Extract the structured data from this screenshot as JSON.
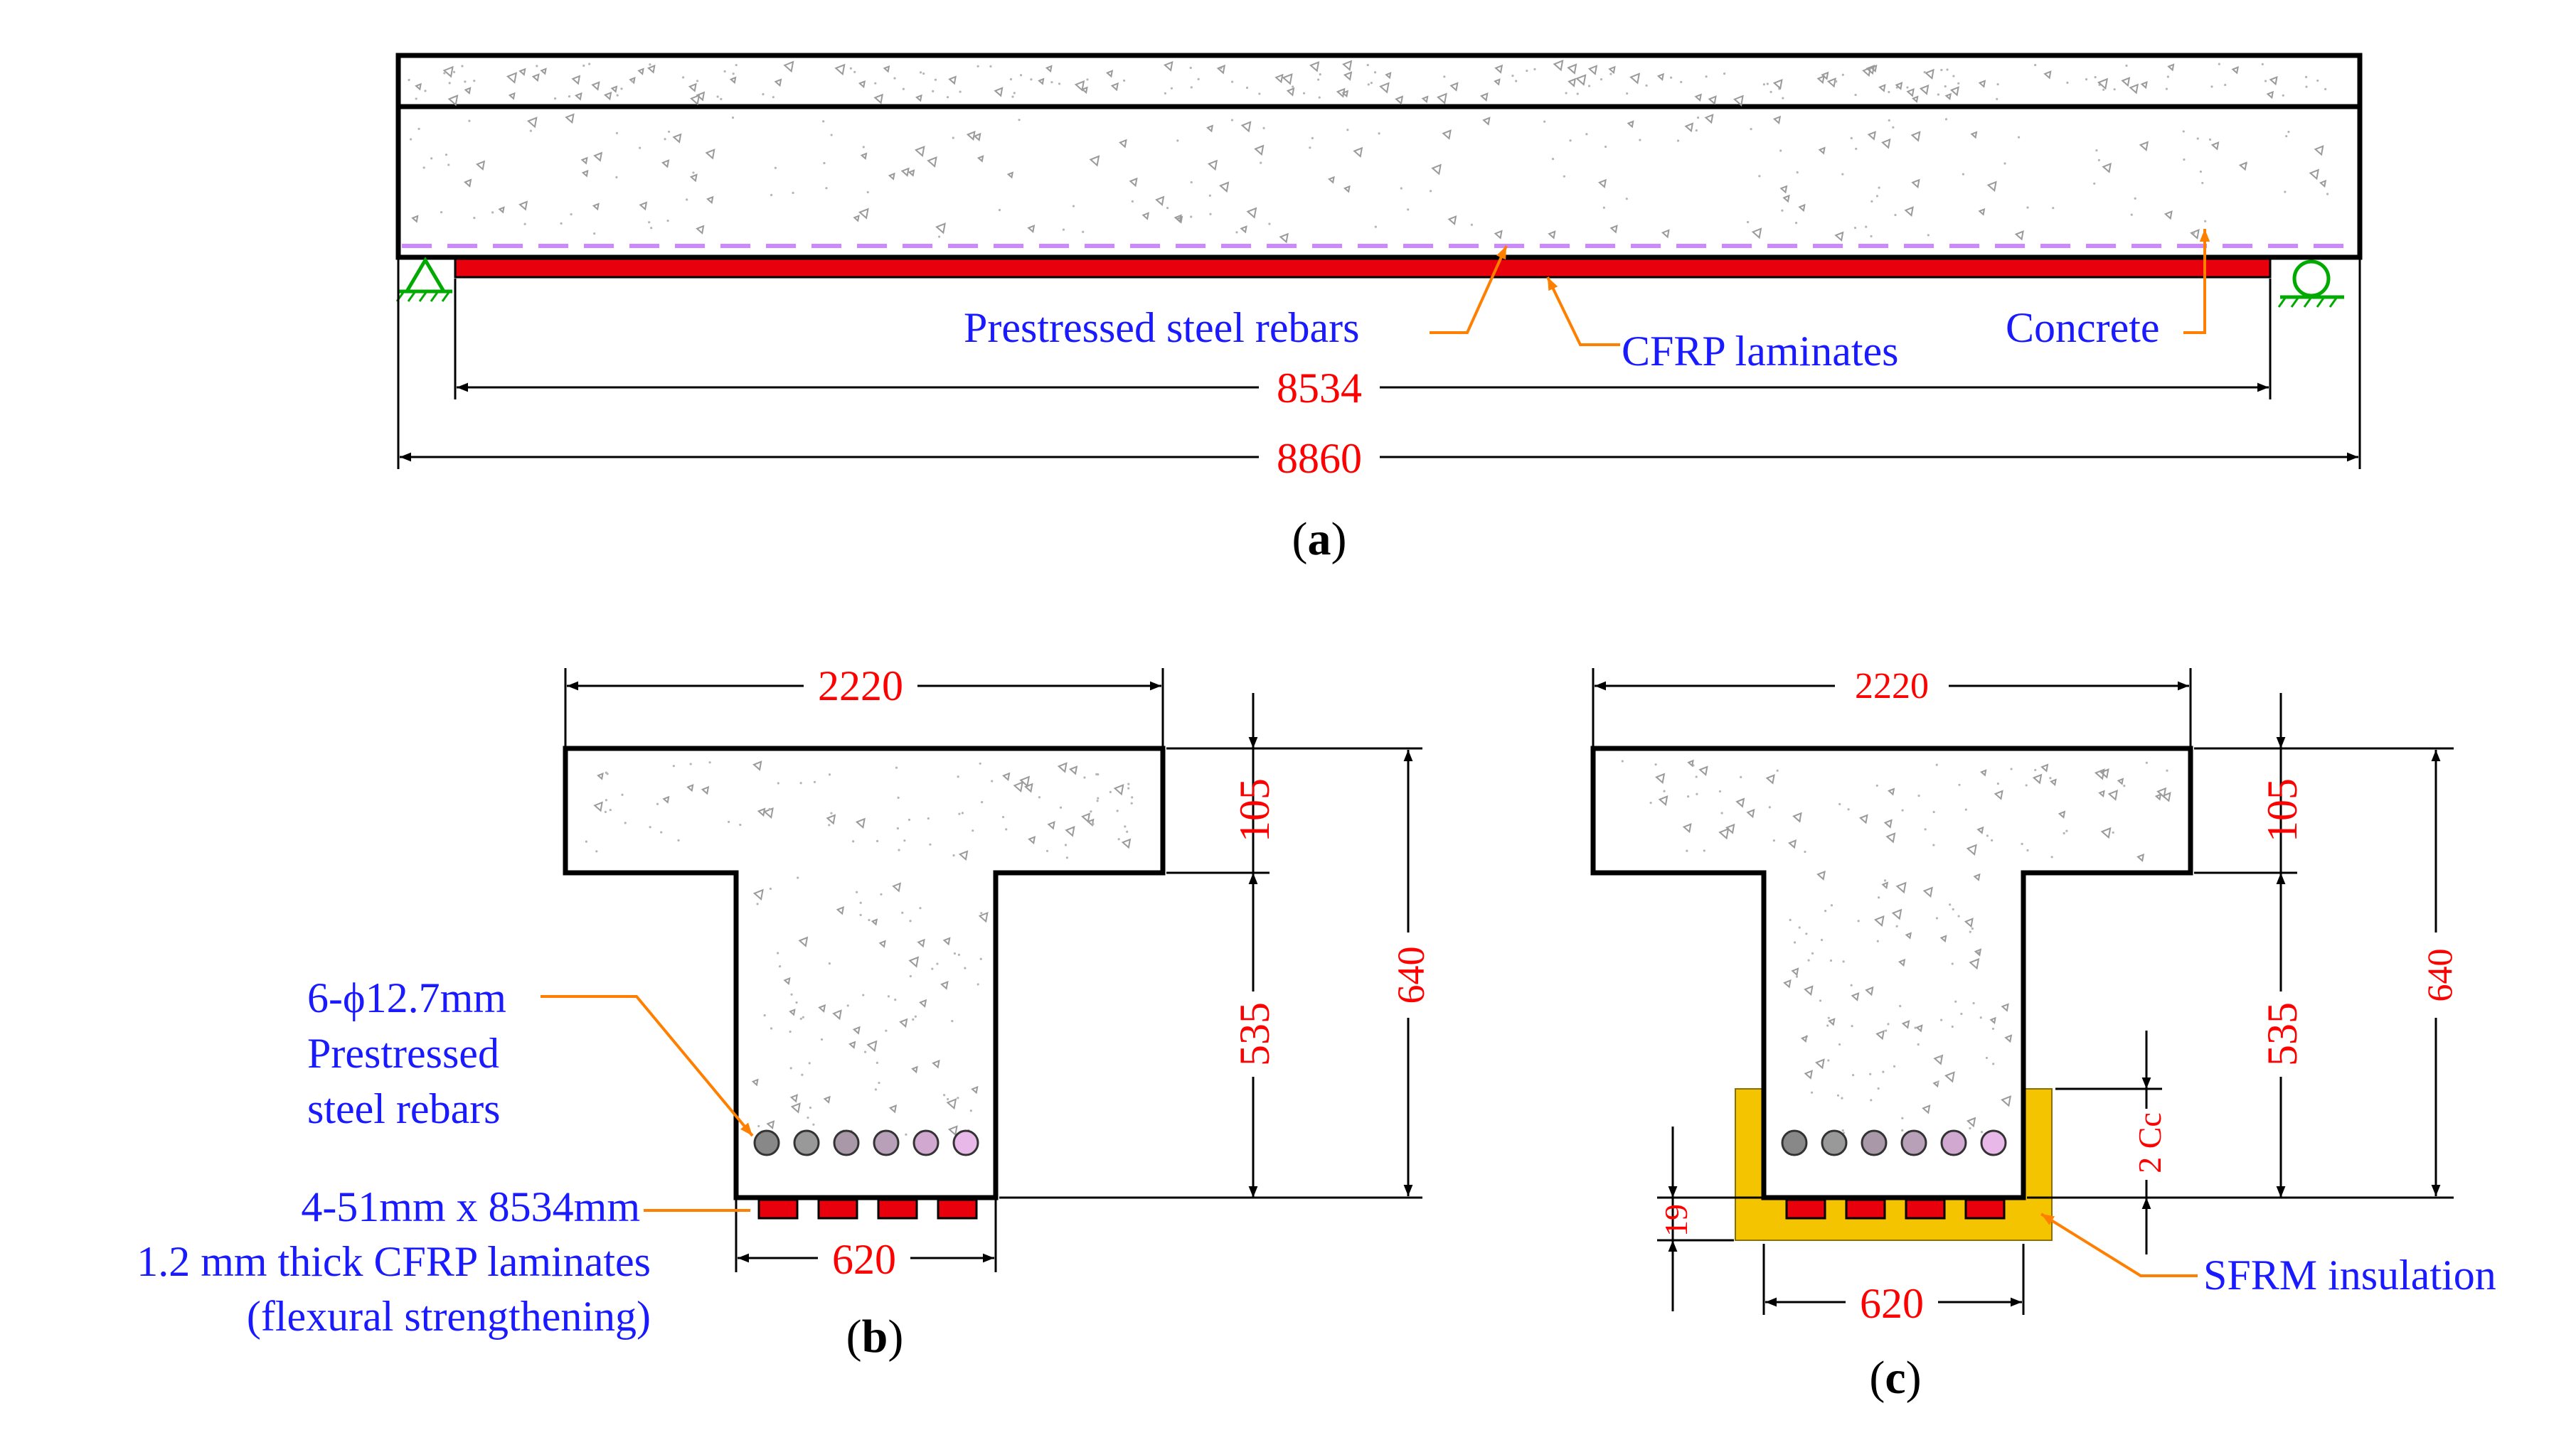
{
  "panel_a": {
    "caption": "a",
    "labels": {
      "steel": "Prestressed steel rebars",
      "cfrp": "CFRP laminates",
      "concrete": "Concrete"
    },
    "dims": {
      "span": "8534",
      "total": "8860"
    }
  },
  "panel_b": {
    "caption": "b",
    "dims": {
      "width": "2220",
      "flange": "105",
      "web": "535",
      "depth": "640",
      "bottom": "620"
    },
    "labels": {
      "rebar_1": "6-ϕ12.7mm",
      "rebar_2": "Prestressed",
      "rebar_3": "steel rebars",
      "cfrp_1": "4-51mm x 8534mm",
      "cfrp_2": "1.2 mm thick CFRP laminates",
      "cfrp_3": "(flexural strengthening)"
    }
  },
  "panel_c": {
    "caption": "c",
    "dims": {
      "width": "2220",
      "flange": "105",
      "web": "535",
      "depth": "640",
      "bottom": "620",
      "side": "2 Cc",
      "ins": "19"
    },
    "labels": {
      "insulation": "SFRM insulation"
    }
  },
  "colors": {
    "dimension_text": "#ff0000",
    "label_text": "#1a1aff",
    "cfrp": "#e8000d",
    "insulation": "#f5c400",
    "leader": "#ff8000",
    "support": "#00aa00",
    "dashed_rebar": "#cc88ff"
  }
}
